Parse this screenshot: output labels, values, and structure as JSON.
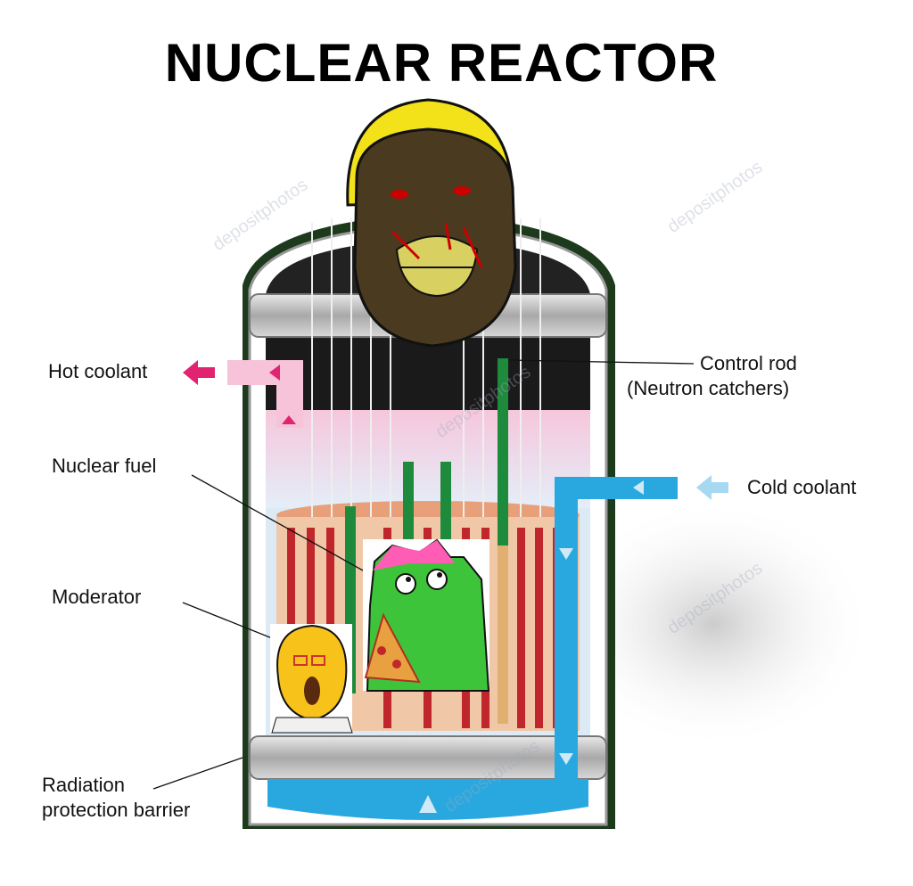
{
  "title": "NUCLEAR REACTOR",
  "labels": {
    "hot_coolant": "Hot coolant",
    "control_rod": "Control rod",
    "control_rod_sub": "(Neutron catchers)",
    "nuclear_fuel": "Nuclear fuel",
    "cold_coolant": "Cold coolant",
    "moderator": "Moderator",
    "radiation_1": "Radiation",
    "radiation_2": "protection barrier"
  },
  "watermark": "depositphotos",
  "colors": {
    "hot_coolant": "#e0246f",
    "cold_coolant": "#29a8e0",
    "fuel_rod": "#c0272d",
    "control_rod": "#1e8a3c",
    "vessel": "#9a9a9a"
  }
}
